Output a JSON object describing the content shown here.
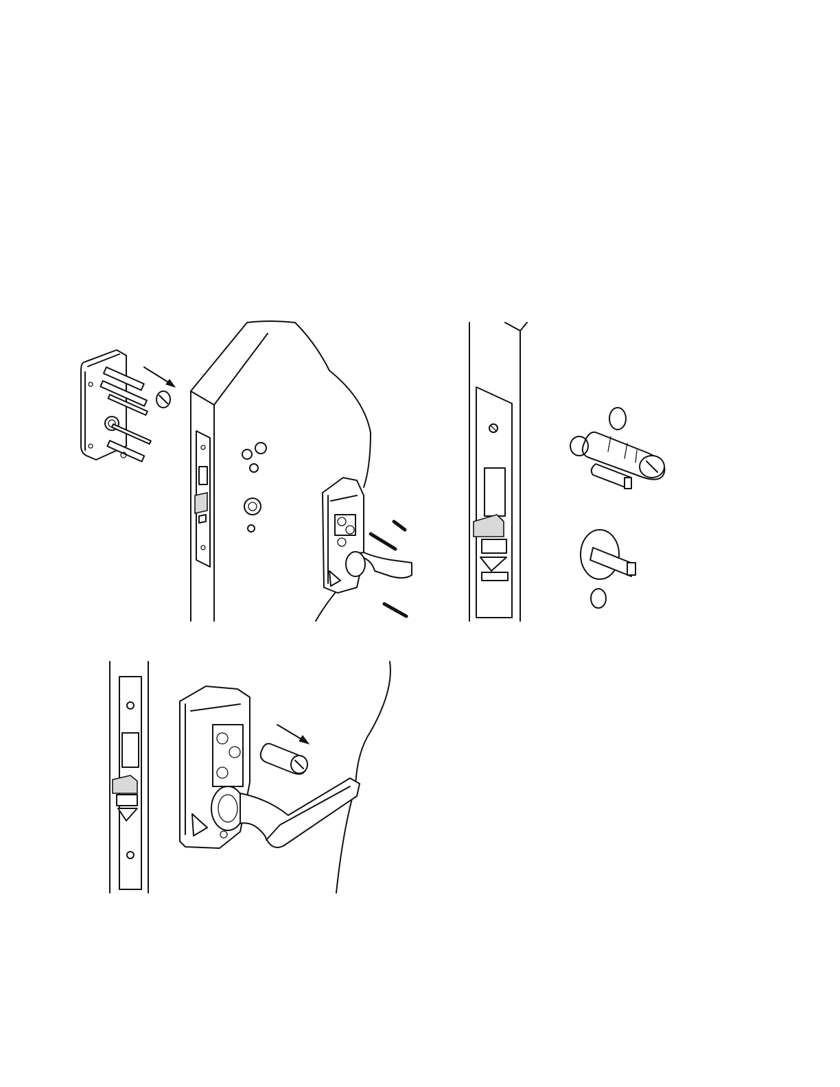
{
  "page": {
    "background": "#ffffff",
    "line_color": "#111111"
  },
  "figures": [
    {
      "id": "step-1",
      "components": [
        "trim-backplate",
        "spindle-assembly",
        "mortise-lock-body",
        "door-edge",
        "lever-chassis",
        "mounting-screws",
        "direction-arrow"
      ]
    },
    {
      "id": "step-2",
      "components": [
        "mortise-faceplate",
        "latch-bolt",
        "spindle-cam",
        "spindle-bar",
        "rose-collar",
        "retaining-ring"
      ]
    },
    {
      "id": "step-3",
      "components": [
        "mortise-faceplate",
        "lever-chassis",
        "lever-handle",
        "spindle-cam",
        "direction-arrow"
      ]
    }
  ]
}
